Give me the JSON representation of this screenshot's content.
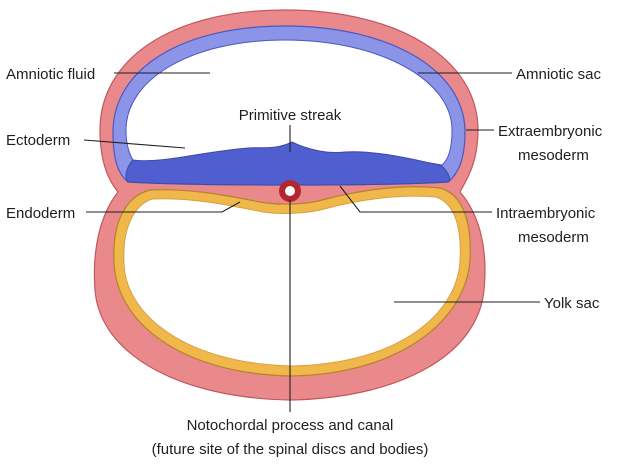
{
  "labels": {
    "amniotic_fluid": "Amniotic fluid",
    "amniotic_sac": "Amniotic sac",
    "primitive_streak": "Primitive streak",
    "ectoderm": "Ectoderm",
    "extraembryonic_line1": "Extraembryonic",
    "extraembryonic_line2": "mesoderm",
    "endoderm": "Endoderm",
    "intraembryonic_line1": "Intraembryonic",
    "intraembryonic_line2": "mesoderm",
    "yolk_sac": "Yolk sac",
    "notochord_line1": "Notochordal process and canal",
    "notochord_line2": "(future site of the spinal discs and bodies)"
  },
  "colors": {
    "mesoderm": "#e9898b",
    "mesoderm_edge": "#c0585c",
    "ectoderm": "#8b94e6",
    "ectoderm_dark": "#4a58c2",
    "endoderm": "#f0b84a",
    "endoderm_edge": "#b5832a",
    "notochord": "#b3262c",
    "cavity": "#ffffff"
  }
}
